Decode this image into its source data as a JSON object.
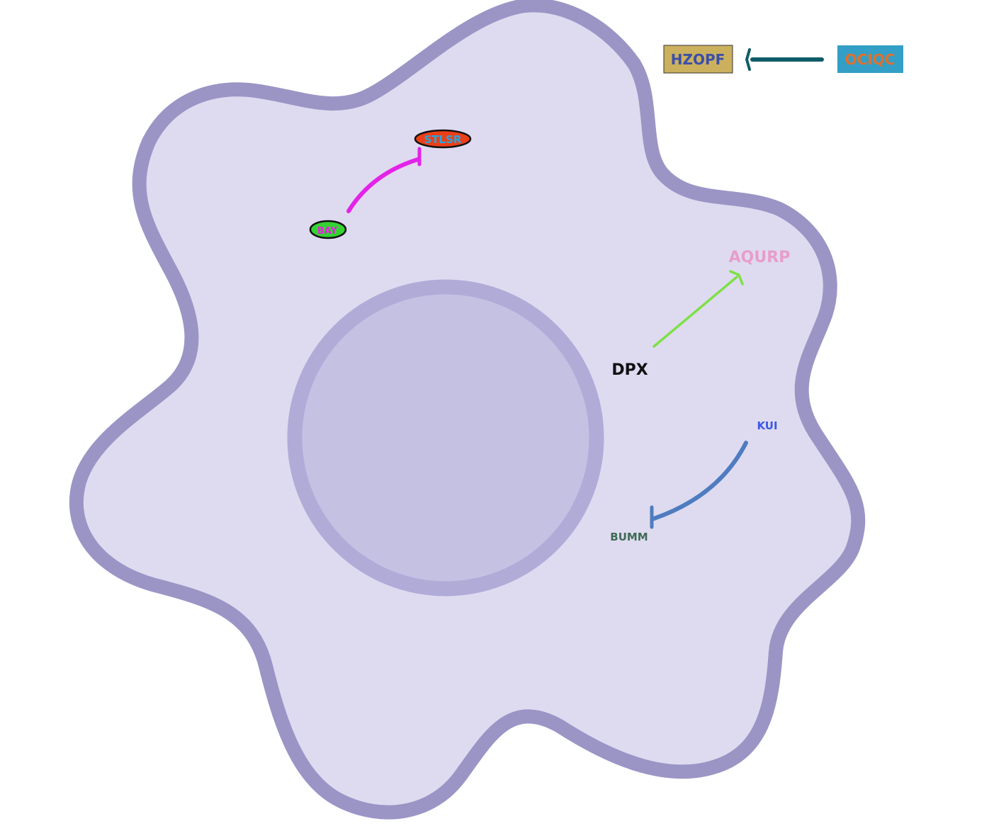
{
  "colors": {
    "cytoplasm_fill": "#dedbf0",
    "membrane_stroke": "#9b95c6",
    "nucleus_fill": "#c5c1e3",
    "nucleus_stroke": "#b1abd8"
  },
  "legend": {
    "source_label": "OCIQC",
    "source_fill": "#339fc6",
    "source_text_color": "#e0702e",
    "target_label": "HZOPF",
    "target_fill": "#cbb15e",
    "target_text_color": "#3b4fa8",
    "arrow_color": "#0f5c68",
    "arrow_type": "activation"
  },
  "nodes": {
    "stlsr": {
      "label": "STLSR",
      "shape": "ellipse",
      "fill": "#ec3f17",
      "text_color": "#24a6e0"
    },
    "bay": {
      "label": "BAY",
      "shape": "ellipse",
      "fill": "#34d332",
      "text_color": "#e81fe4"
    },
    "aqurp": {
      "label": "AQURP",
      "shape": "text",
      "text_color": "#e79ec9"
    },
    "dpx": {
      "label": "DPX",
      "shape": "text",
      "text_color": "#111111"
    },
    "kui": {
      "label": "KUI",
      "shape": "text",
      "text_color": "#3d58e6"
    },
    "bumm": {
      "label": "BUMM",
      "shape": "text",
      "text_color": "#3d6b55"
    }
  },
  "edges": [
    {
      "from": "BAY",
      "to": "STLSR",
      "type": "inhibition",
      "color": "#e323e8"
    },
    {
      "from": "DPX",
      "to": "AQURP",
      "type": "activation",
      "color": "#7ee045"
    },
    {
      "from": "KUI",
      "to": "BUMM",
      "type": "inhibition",
      "color": "#4f7cc0"
    },
    {
      "from": "OCIQC",
      "to": "HZOPF",
      "type": "activation",
      "color": "#0f5c68"
    }
  ]
}
